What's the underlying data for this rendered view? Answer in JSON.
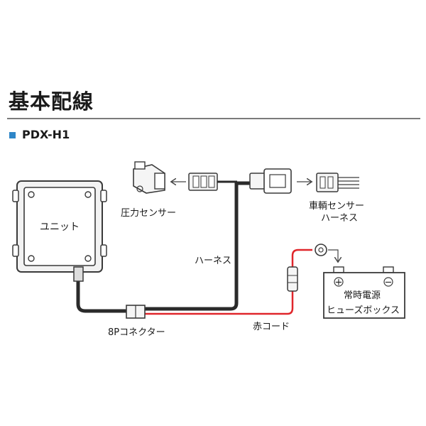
{
  "header": {
    "title": "基本配線",
    "subtitle": "PDX-H1",
    "accent_color": "#2e86c8"
  },
  "diagram": {
    "labels": {
      "unit": "ユニット",
      "pressure_sensor": "圧力センサー",
      "vehicle_harness_1": "車輌センサー",
      "vehicle_harness_2": "ハーネス",
      "harness": "ハーネス",
      "connector_8p": "8Pコネクター",
      "red_cord": "赤コード",
      "battery_1": "常時電源",
      "battery_2": "ヒューズボックス",
      "plus": "+",
      "minus": "−"
    },
    "wire_colors": {
      "black": "#2a2a2a",
      "red": "#e0262b"
    }
  }
}
